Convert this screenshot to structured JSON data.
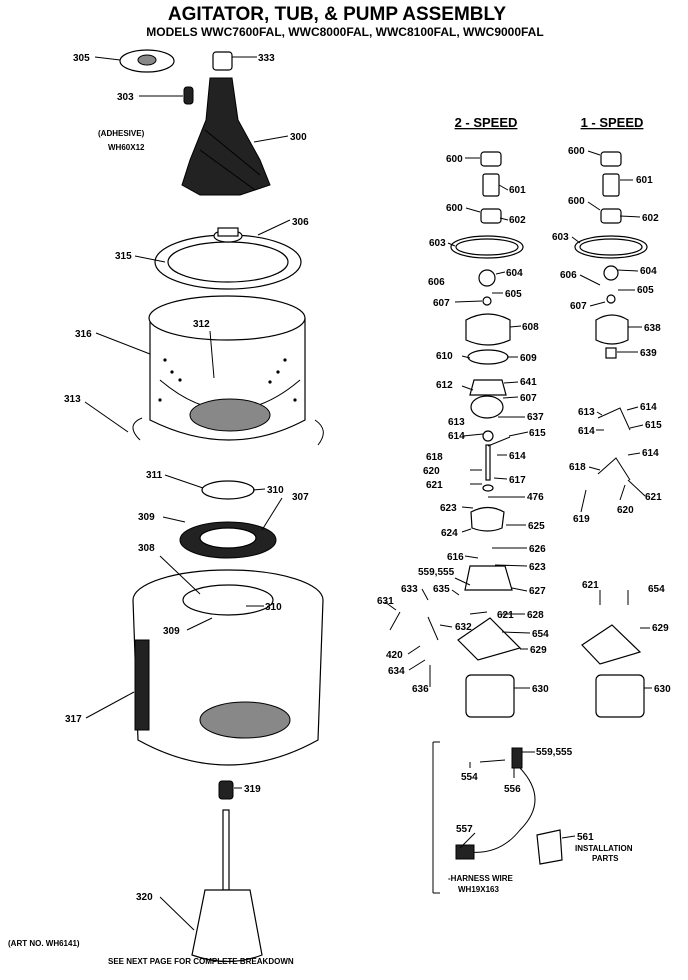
{
  "title": "AGITATOR, TUB, & PUMP ASSEMBLY",
  "models": "MODELS WWC7600FAL, WWC8000FAL, WWC8100FAL, WWC9000FAL",
  "headers": {
    "two_speed": "2 - SPEED",
    "one_speed": "1 - SPEED"
  },
  "adhesive": {
    "label": "(ADHESIVE)",
    "part": "WH60X12"
  },
  "harness": {
    "label": "-HARNESS WIRE",
    "part": "WH19X163"
  },
  "installation": {
    "number": "561",
    "line1": "INSTALLATION",
    "line2": "PARTS"
  },
  "footer": {
    "art_no": "(ART NO. WH6141)",
    "note": "SEE NEXT PAGE FOR COMPLETE BREAKDOWN"
  },
  "callouts": {
    "c305": "305",
    "c333": "333",
    "c303": "303",
    "c300": "300",
    "c306": "306",
    "c315": "315",
    "c316": "316",
    "c312": "312",
    "c313": "313",
    "c311": "311",
    "c310a": "310",
    "c309a": "309",
    "c307": "307",
    "c308": "308",
    "c310b": "310",
    "c309b": "309",
    "c317": "317",
    "c319": "319",
    "c320": "320",
    "l600a": "600",
    "l601": "601",
    "l600b": "600",
    "l602": "602",
    "l603": "603",
    "l606": "606",
    "l604": "604",
    "l607a": "607",
    "l605": "605",
    "l608": "608",
    "l610": "610",
    "l609": "609",
    "l612": "612",
    "l641": "641",
    "l607b": "607",
    "l613": "613",
    "l637": "637",
    "l614a": "614",
    "l615": "615",
    "l618": "618",
    "l614b": "614",
    "l620": "620",
    "l617": "617",
    "l621a": "621",
    "l476": "476",
    "l623a": "623",
    "l624": "624",
    "l625": "625",
    "l626": "626",
    "l616": "616",
    "l623b": "623",
    "l559": "559,555",
    "l635": "635",
    "l627": "627",
    "l633": "633",
    "l631": "631",
    "l628": "628",
    "l621b": "621",
    "l632": "632",
    "l654a": "654",
    "l420": "420",
    "l629a": "629",
    "l634": "634",
    "l636": "636",
    "l630a": "630",
    "r600a": "600",
    "r601": "601",
    "r600b": "600",
    "r602": "602",
    "r603": "603",
    "r606": "606",
    "r604": "604",
    "r607": "607",
    "r605": "605",
    "r638": "638",
    "r639": "639",
    "r613": "613",
    "r614a": "614",
    "r614b": "614",
    "r615": "615",
    "r618": "618",
    "r614c": "614",
    "r621a": "621",
    "r619": "619",
    "r620": "620",
    "r621b": "621",
    "r654": "654",
    "r629": "629",
    "r630": "630",
    "h559": "559,555",
    "h554": "554",
    "h556": "556",
    "h557": "557"
  }
}
